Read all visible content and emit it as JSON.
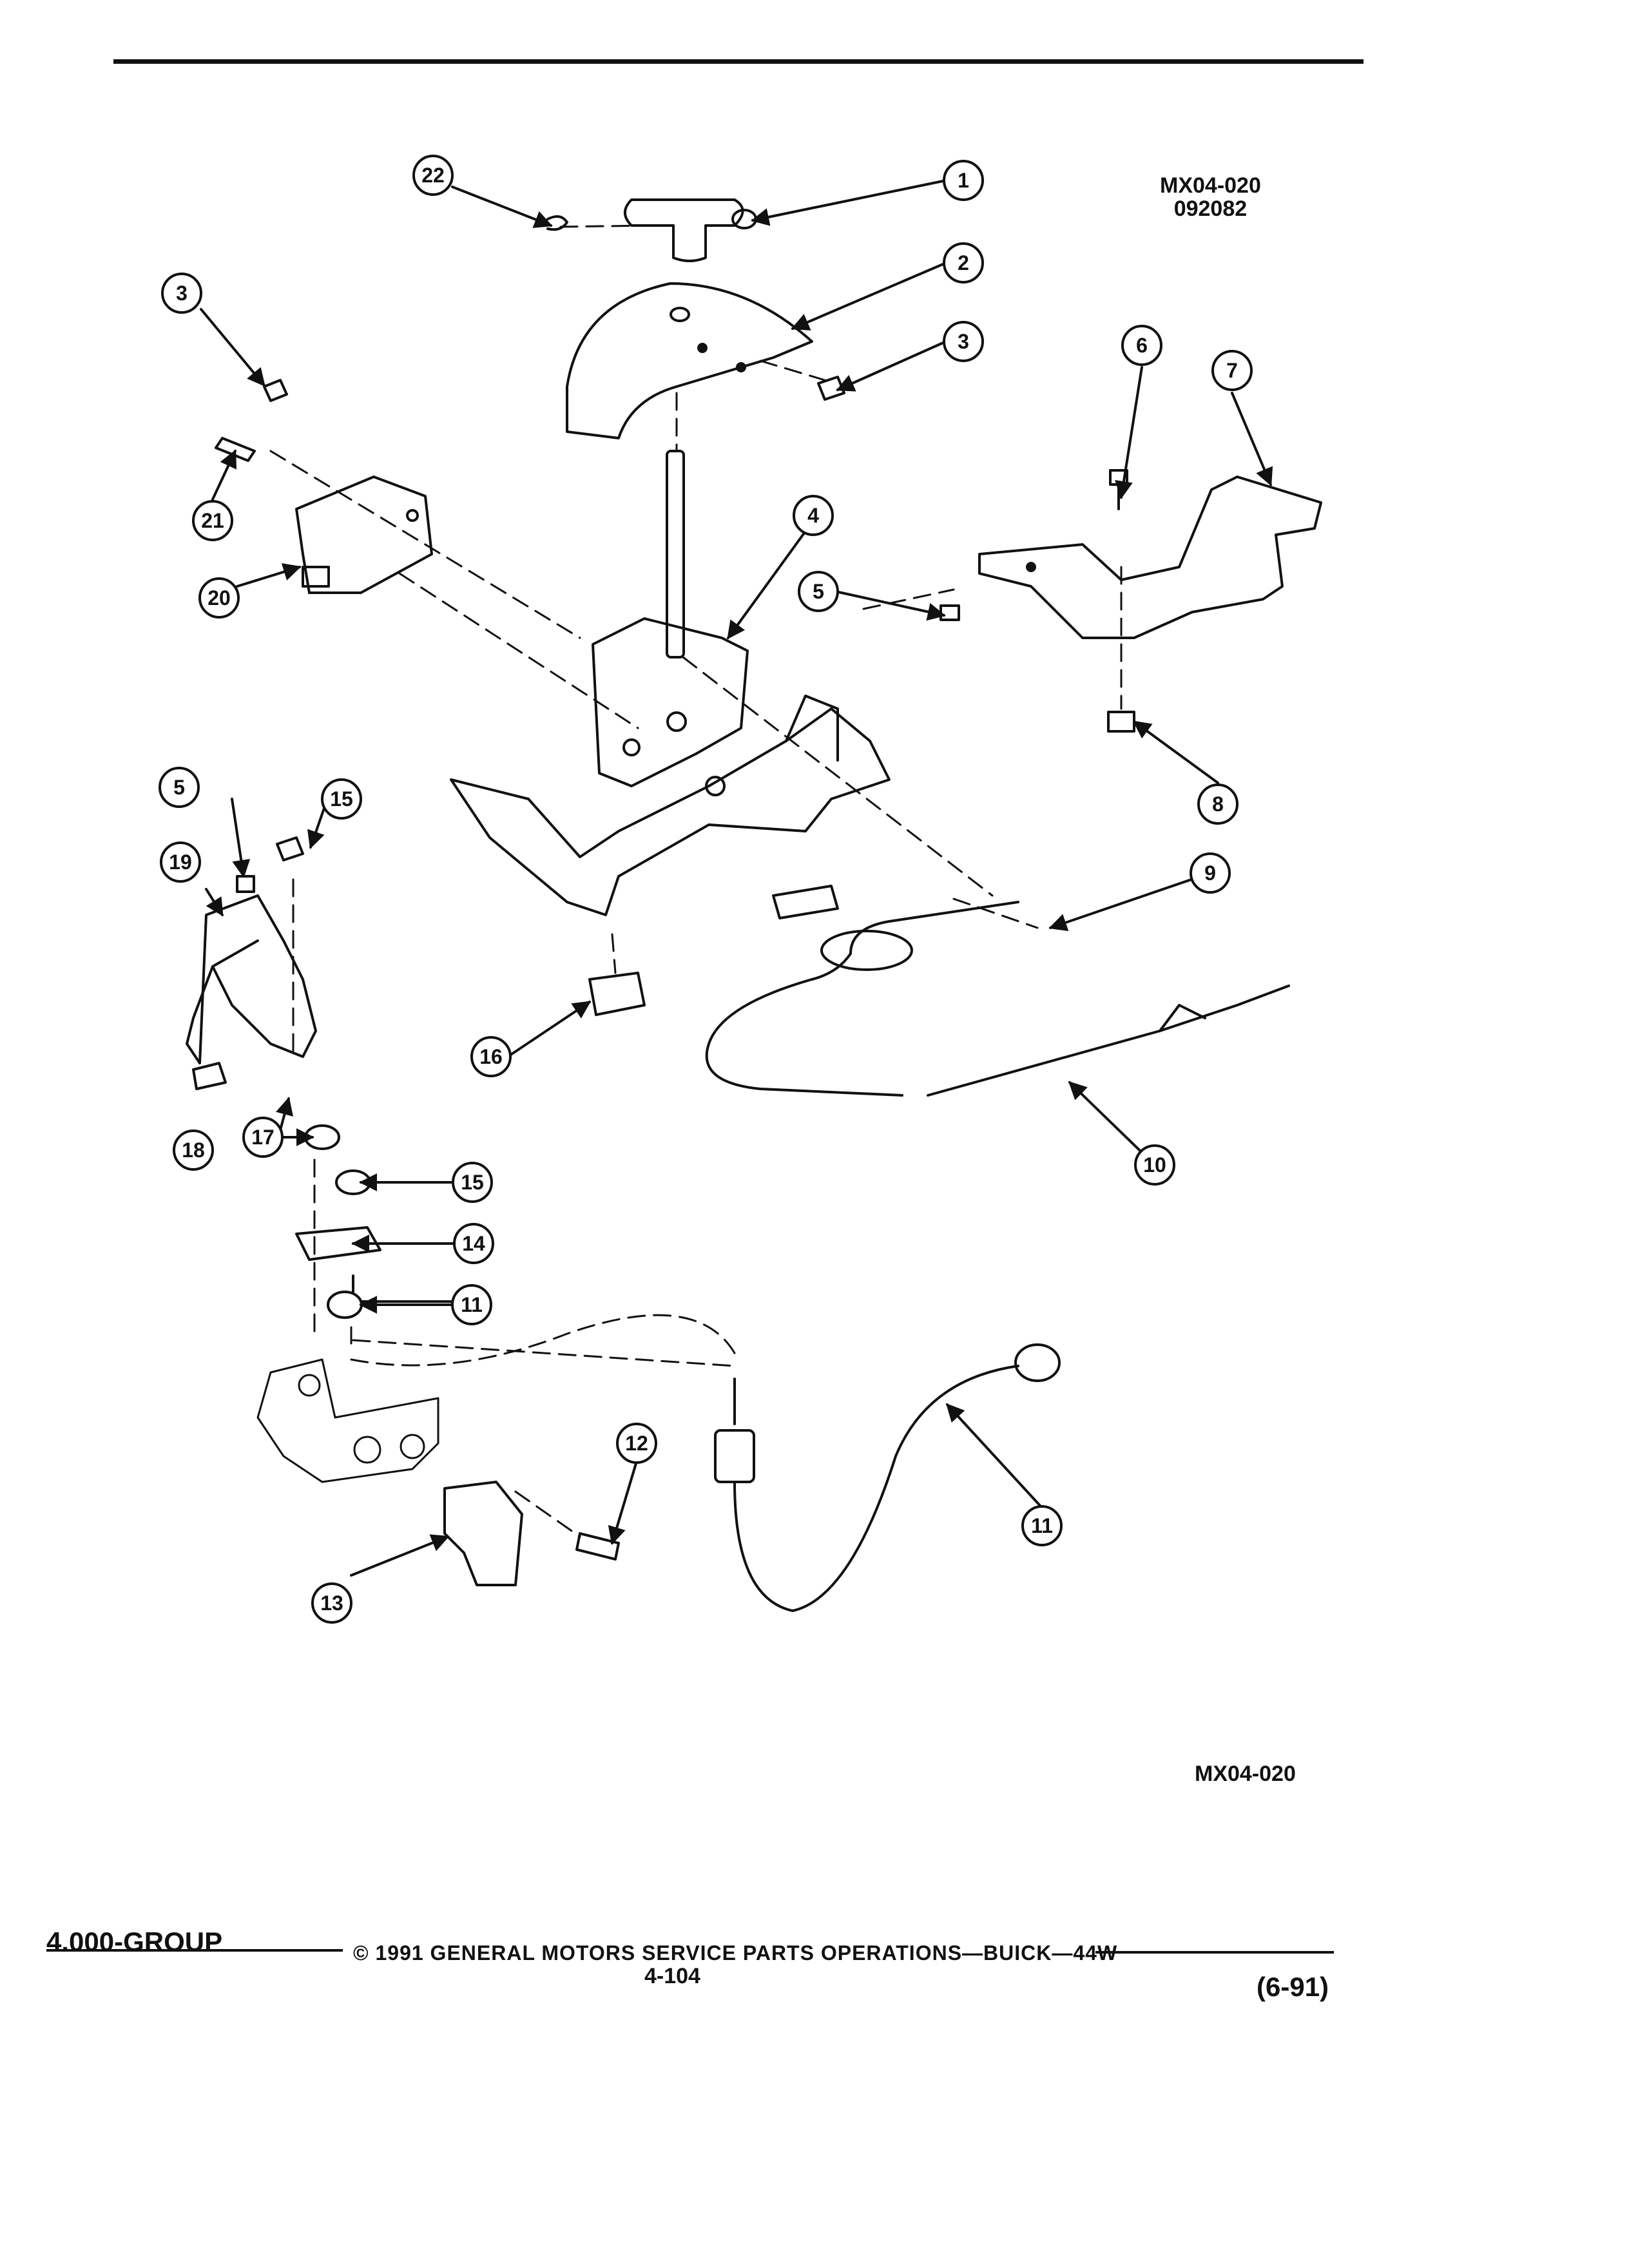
{
  "diagram_ids": {
    "top_line1": "MX04-020",
    "top_line2": "092082",
    "bottom": "MX04-020"
  },
  "callouts": [
    {
      "id": "c1",
      "label": "1"
    },
    {
      "id": "c2",
      "label": "2"
    },
    {
      "id": "c3a",
      "label": "3"
    },
    {
      "id": "c3b",
      "label": "3"
    },
    {
      "id": "c4",
      "label": "4"
    },
    {
      "id": "c5a",
      "label": "5"
    },
    {
      "id": "c5b",
      "label": "5"
    },
    {
      "id": "c6",
      "label": "6"
    },
    {
      "id": "c7",
      "label": "7"
    },
    {
      "id": "c8",
      "label": "8"
    },
    {
      "id": "c9",
      "label": "9"
    },
    {
      "id": "c10",
      "label": "10"
    },
    {
      "id": "c11a",
      "label": "11"
    },
    {
      "id": "c11b",
      "label": "11"
    },
    {
      "id": "c12",
      "label": "12"
    },
    {
      "id": "c13",
      "label": "13"
    },
    {
      "id": "c14",
      "label": "14"
    },
    {
      "id": "c15a",
      "label": "15"
    },
    {
      "id": "c15b",
      "label": "15"
    },
    {
      "id": "c16",
      "label": "16"
    },
    {
      "id": "c17",
      "label": "17"
    },
    {
      "id": "c18",
      "label": "18"
    },
    {
      "id": "c19",
      "label": "19"
    },
    {
      "id": "c20",
      "label": "20"
    },
    {
      "id": "c21",
      "label": "21"
    },
    {
      "id": "c22",
      "label": "22"
    }
  ],
  "footer": {
    "group": "4.000-GROUP",
    "copyright": "© 1991 GENERAL MOTORS SERVICE PARTS OPERATIONS—BUICK—44W",
    "page": "4-104",
    "revision": "(6-91)"
  }
}
